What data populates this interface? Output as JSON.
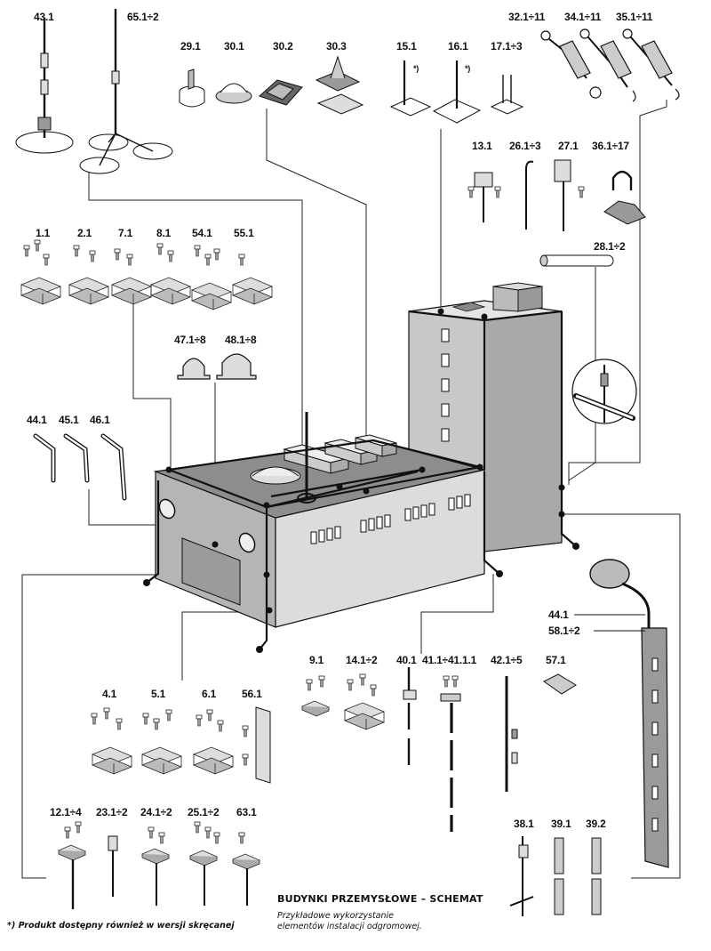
{
  "title": "BUDYNKI PRZEMYSŁOWE – SCHEMAT",
  "subtitle_line1": "Przykładowe wykorzystanie",
  "subtitle_line2": "elementów instalacji odgromowej.",
  "footnote": "*) Produkt dostępny również w wersji skręcanej",
  "labels": {
    "l43_1": "43.1",
    "l65_1": "65.1÷2",
    "l29_1": "29.1",
    "l30_1": "30.1",
    "l30_2": "30.2",
    "l30_3": "30.3",
    "l15_1": "15.1",
    "l16_1": "16.1",
    "l17_1": "17.1÷3",
    "l32_1": "32.1÷11",
    "l34_1": "34.1÷11",
    "l35_1": "35.1÷11",
    "l13_1": "13.1",
    "l26_1": "26.1÷3",
    "l27_1": "27.1",
    "l36_1": "36.1÷17",
    "l28_1": "28.1÷2",
    "l1_1": "1.1",
    "l2_1": "2.1",
    "l7_1": "7.1",
    "l8_1": "8.1",
    "l54_1": "54.1",
    "l55_1": "55.1",
    "l47_1": "47.1÷8",
    "l48_1": "48.1÷8",
    "l44_1a": "44.1",
    "l45_1": "45.1",
    "l46_1": "46.1",
    "l44_1b": "44.1",
    "l58_1": "58.1÷2",
    "l9_1": "9.1",
    "l14_1": "14.1÷2",
    "l40_1": "40.1",
    "l41_1": "41.1÷41.1.1",
    "l42_1": "42.1÷5",
    "l57_1": "57.1",
    "l4_1": "4.1",
    "l5_1": "5.1",
    "l6_1": "6.1",
    "l56_1": "56.1",
    "l12_1": "12.1÷4",
    "l23_1": "23.1÷2",
    "l24_1": "24.1÷2",
    "l25_1": "25.1÷2",
    "l63_1": "63.1",
    "l38_1": "38.1",
    "l39_1": "39.1",
    "l39_2": "39.2",
    "star1": "*)",
    "star2": "*)"
  }
}
